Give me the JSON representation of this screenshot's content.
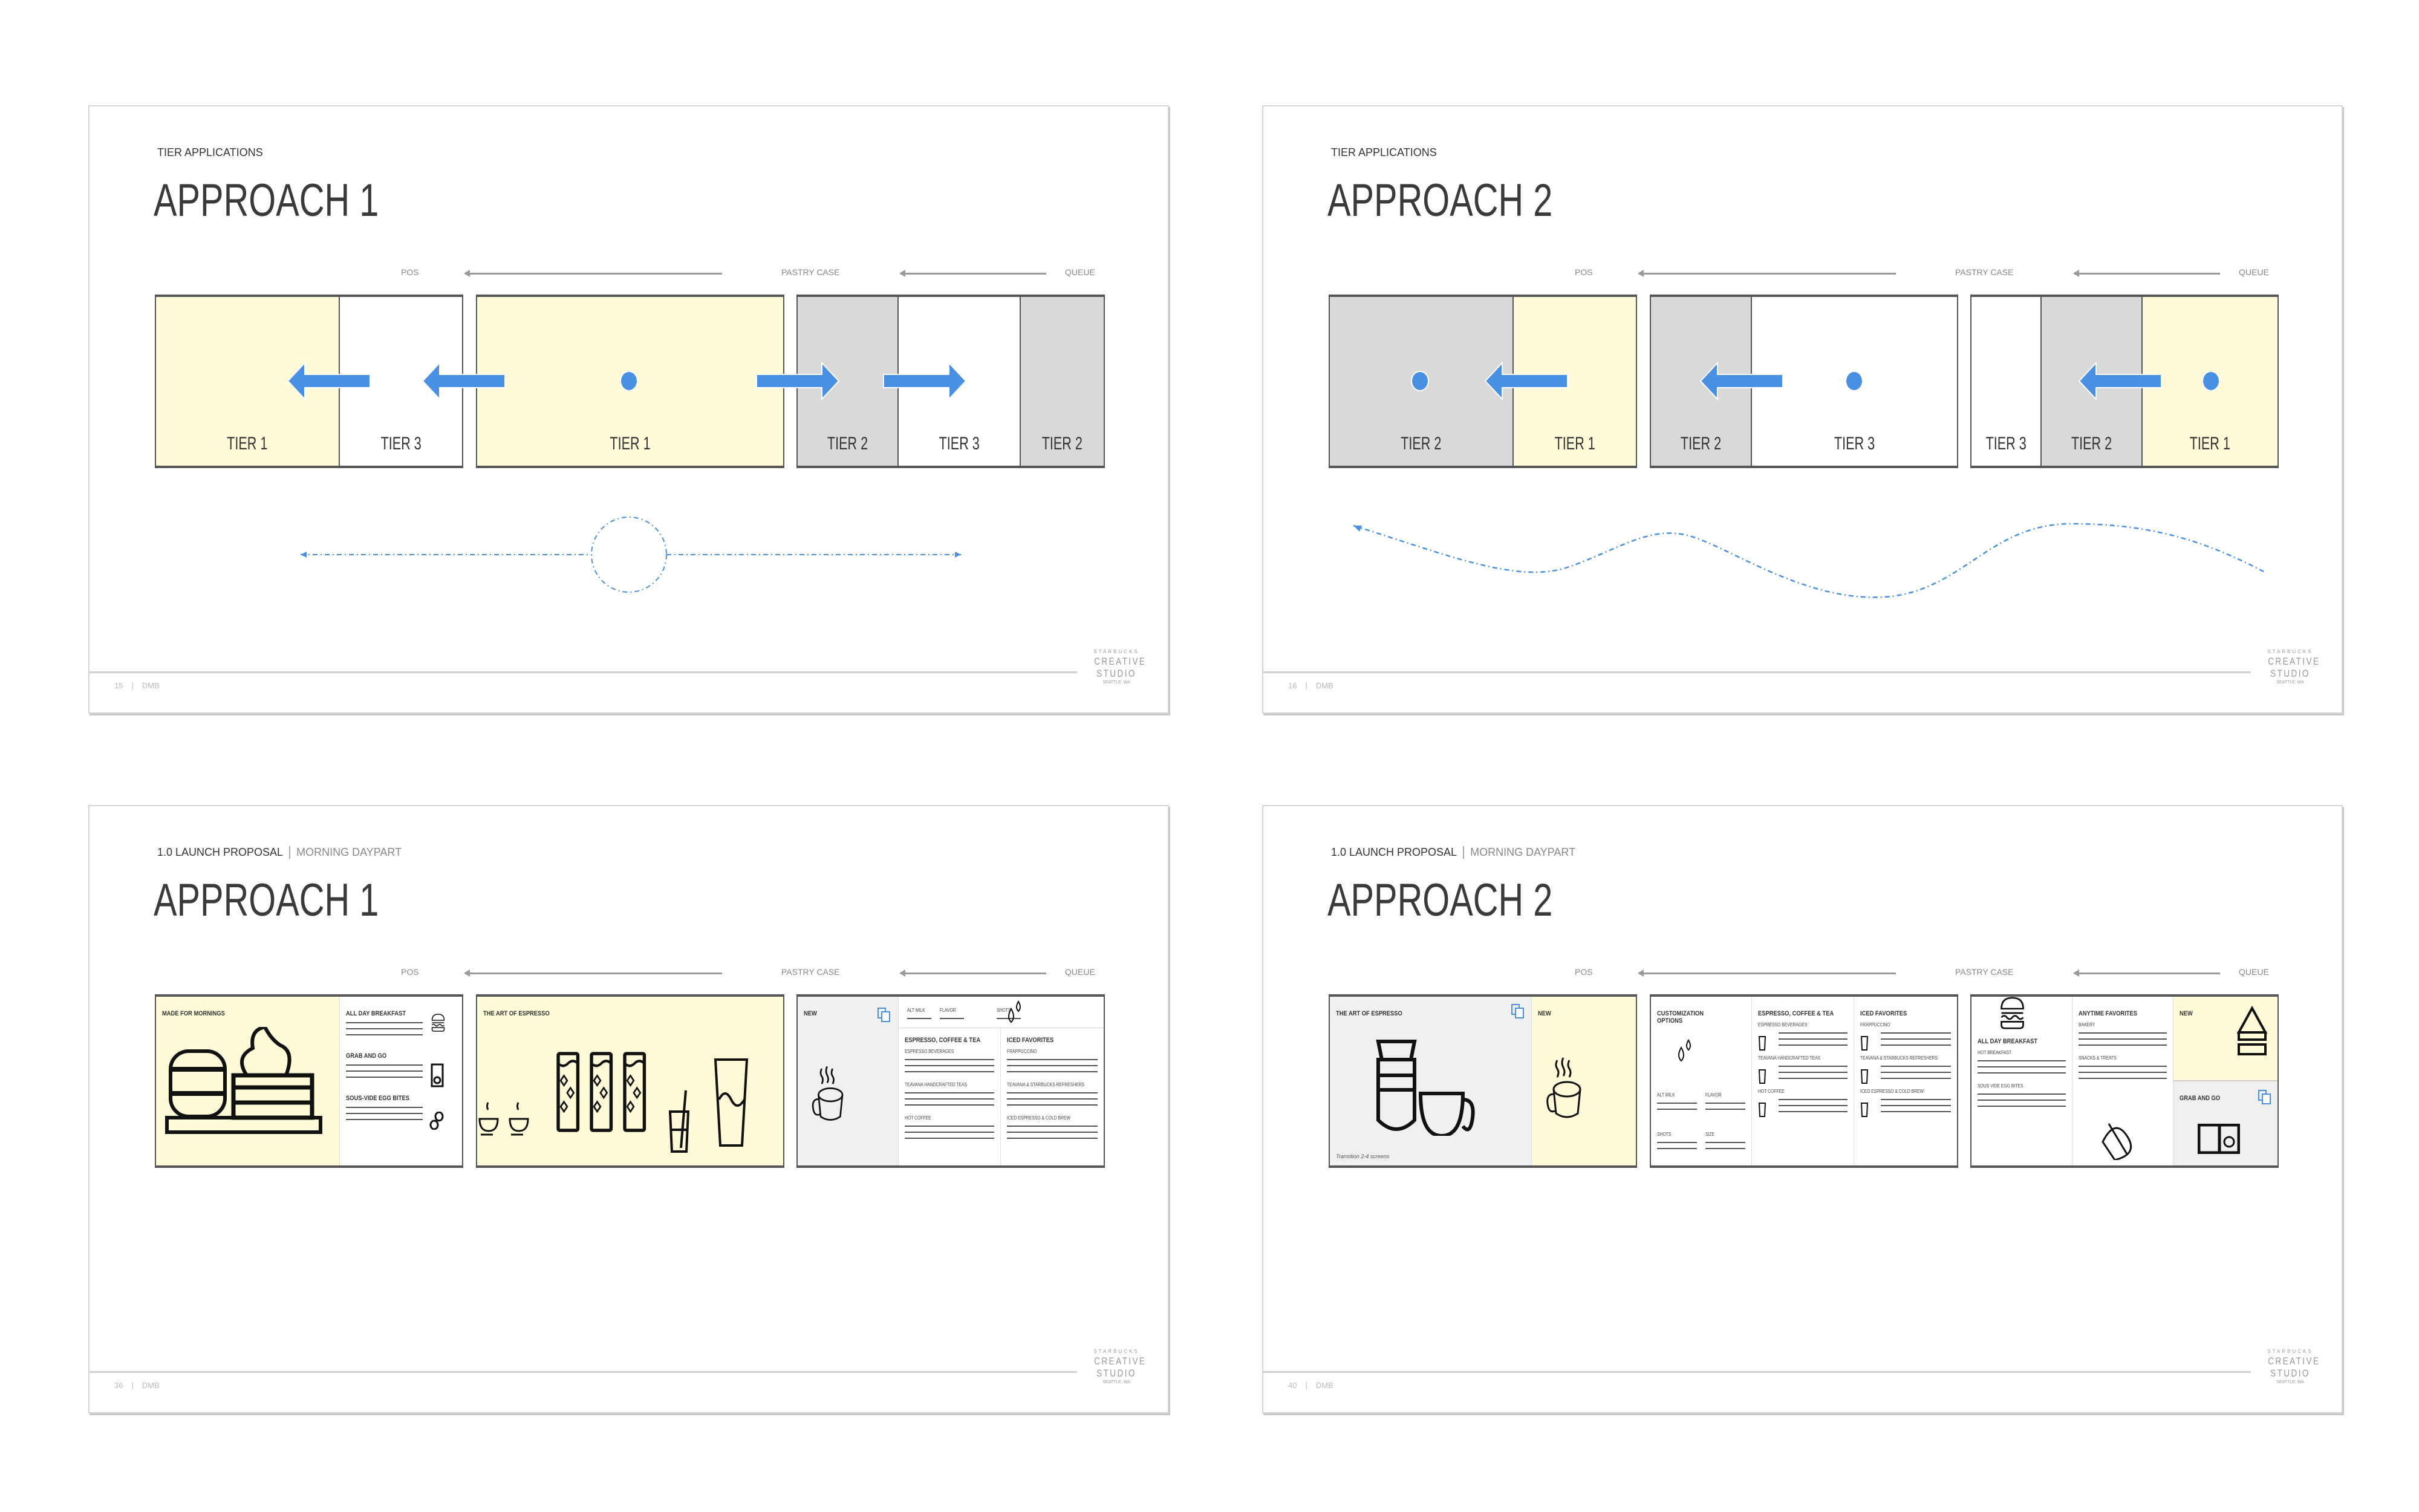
{
  "logo": {
    "line1": "STARBUCKS",
    "line2": "CREATIVE",
    "line3": "STUDIO",
    "line4": "SEATTLE, WA"
  },
  "colors": {
    "accent": "#4a90e2",
    "tier1": "#fffad8",
    "tier2": "#d9d9d9",
    "tier3": "#ffffff"
  },
  "slides": [
    {
      "eyebrow": "TIER APPLICATIONS",
      "title": "APPROACH 1",
      "flow": {
        "pos": "POS",
        "pastry": "PASTRY CASE",
        "queue": "QUEUE"
      },
      "footer": {
        "page": "15",
        "sep": "|",
        "doc": "DMB"
      },
      "panels": [
        {
          "segments": [
            {
              "label": "TIER 1",
              "tone": "tier1"
            },
            {
              "label": "TIER 3",
              "tone": "tier3"
            }
          ]
        },
        {
          "segments": [
            {
              "label": "TIER 1",
              "tone": "tier1"
            }
          ]
        },
        {
          "segments": [
            {
              "label": "TIER 2",
              "tone": "tier2"
            },
            {
              "label": "TIER 3",
              "tone": "tier3"
            },
            {
              "label": "TIER 2",
              "tone": "tier2"
            }
          ]
        }
      ]
    },
    {
      "eyebrow": "TIER APPLICATIONS",
      "title": "APPROACH 2",
      "flow": {
        "pos": "POS",
        "pastry": "PASTRY CASE",
        "queue": "QUEUE"
      },
      "footer": {
        "page": "16",
        "sep": "|",
        "doc": "DMB"
      },
      "panels": [
        {
          "segments": [
            {
              "label": "TIER 2",
              "tone": "tier2"
            },
            {
              "label": "TIER 1",
              "tone": "tier1"
            }
          ]
        },
        {
          "segments": [
            {
              "label": "TIER 2",
              "tone": "tier2"
            },
            {
              "label": "TIER 3",
              "tone": "tier3"
            }
          ]
        },
        {
          "segments": [
            {
              "label": "TIER 3",
              "tone": "tier3"
            },
            {
              "label": "TIER 2",
              "tone": "tier2"
            },
            {
              "label": "TIER 1",
              "tone": "tier1"
            }
          ]
        }
      ]
    },
    {
      "eyebrow": "1.0 LAUNCH PROPOSAL",
      "eyebrow_secondary": "MORNING DAYPART",
      "title": "APPROACH 1",
      "flow": {
        "pos": "POS",
        "pastry": "PASTRY CASE",
        "queue": "QUEUE"
      },
      "footer": {
        "page": "36",
        "sep": "|",
        "doc": "DMB"
      },
      "boards": {
        "p1": {
          "hero": "MADE FOR MORNINGS",
          "items": [
            "ALL DAY BREAKFAST",
            "GRAB AND GO",
            "SOUS-VIDE EGG BITES"
          ]
        },
        "p2": {
          "hero": "THE ART OF ESPRESSO"
        },
        "p3": {
          "new": "NEW",
          "custom": [
            "ALT MILK",
            "FLAVOR",
            "SHOTS"
          ],
          "columns": [
            {
              "title": "ESPRESSO, COFFEE & TEA",
              "subs": [
                "ESPRESSO BEVERAGES",
                "TEAVANA HANDCRAFTED TEAS",
                "HOT COFFEE"
              ]
            },
            {
              "title": "ICED FAVORITES",
              "subs": [
                "FRAPPUCCINO",
                "TEAVANA & STARBUCKS REFRESHERS",
                "ICED ESPRESSO & COLD BREW"
              ]
            }
          ]
        }
      }
    },
    {
      "eyebrow": "1.0 LAUNCH PROPOSAL",
      "eyebrow_secondary": "MORNING DAYPART",
      "title": "APPROACH 2",
      "flow": {
        "pos": "POS",
        "pastry": "PASTRY CASE",
        "queue": "QUEUE"
      },
      "footer": {
        "page": "40",
        "sep": "|",
        "doc": "DMB"
      },
      "boards": {
        "p1": {
          "hero": "THE ART OF ESPRESSO",
          "note": "Transition 2-4 screens",
          "new": "NEW"
        },
        "p2": {
          "custom_title": "CUSTOMIZATION OPTIONS",
          "custom": [
            "ALT MILK",
            "FLAVOR",
            "SHOTS",
            "SIZE"
          ],
          "columns": [
            {
              "title": "ESPRESSO, COFFEE & TEA",
              "subs": [
                "ESPRESSO BEVERAGES",
                "TEAVANA HANDCRAFTED TEAS",
                "HOT COFFEE"
              ]
            },
            {
              "title": "ICED FAVORITES",
              "subs": [
                "FRAPPUCCINO",
                "TEAVANA & STARBUCKS REFRESHERS",
                "ICED ESPRESSO & COLD BREW"
              ]
            }
          ]
        },
        "p3": {
          "breakfast": {
            "title": "ALL DAY BREAKFAST",
            "subs": [
              "HOT BREAKFAST",
              "SOUS VIDE EGG BITES"
            ]
          },
          "anytime": {
            "title": "ANYTIME FAVORITES",
            "subs": [
              "BAKERY",
              "SNACKS & TREATS"
            ]
          },
          "new": "NEW",
          "grab": "GRAB AND GO"
        }
      }
    }
  ]
}
